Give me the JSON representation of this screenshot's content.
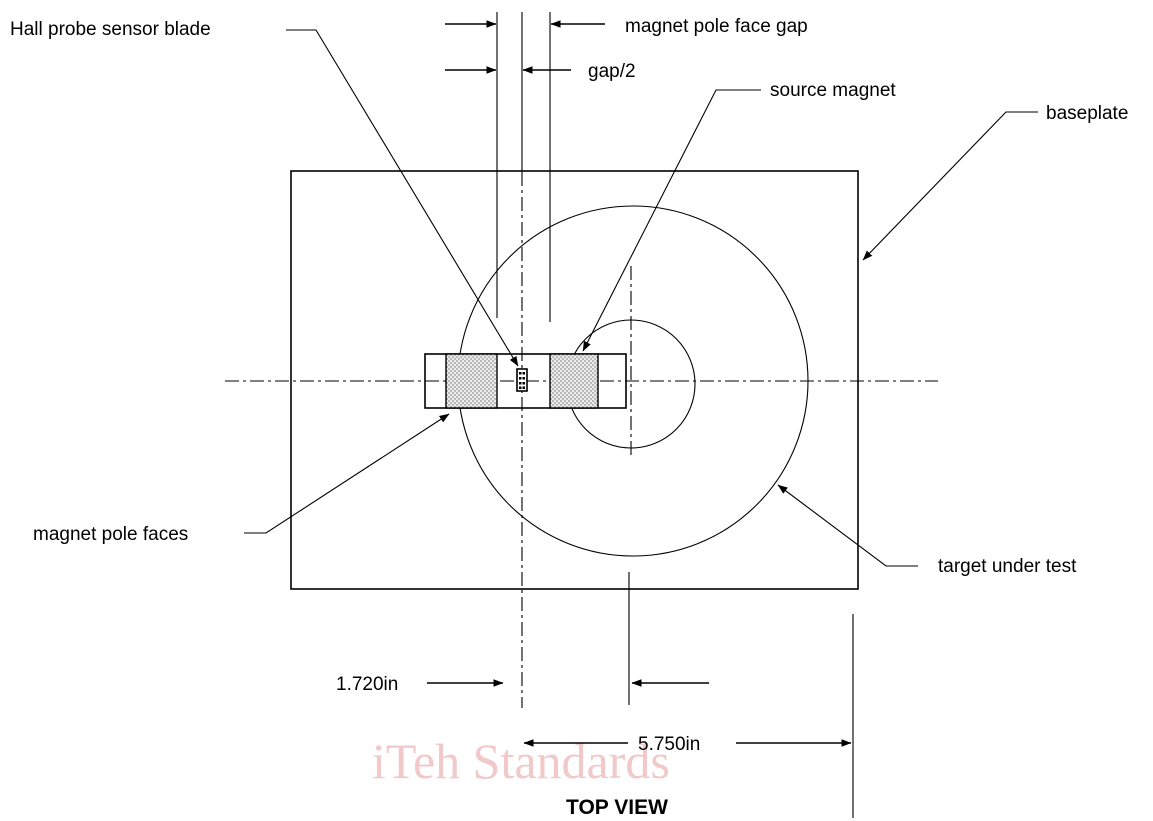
{
  "labels": {
    "hall_probe": "Hall probe sensor blade",
    "pole_face_gap": "magnet pole face gap",
    "gap_half": "gap/2",
    "source_magnet": "source magnet",
    "baseplate": "baseplate",
    "pole_faces": "magnet pole faces",
    "target": "target under test"
  },
  "dimensions": {
    "offset": "1.720in",
    "width": "5.750in"
  },
  "title": "TOP VIEW",
  "watermark": "iTeh Standards"
}
